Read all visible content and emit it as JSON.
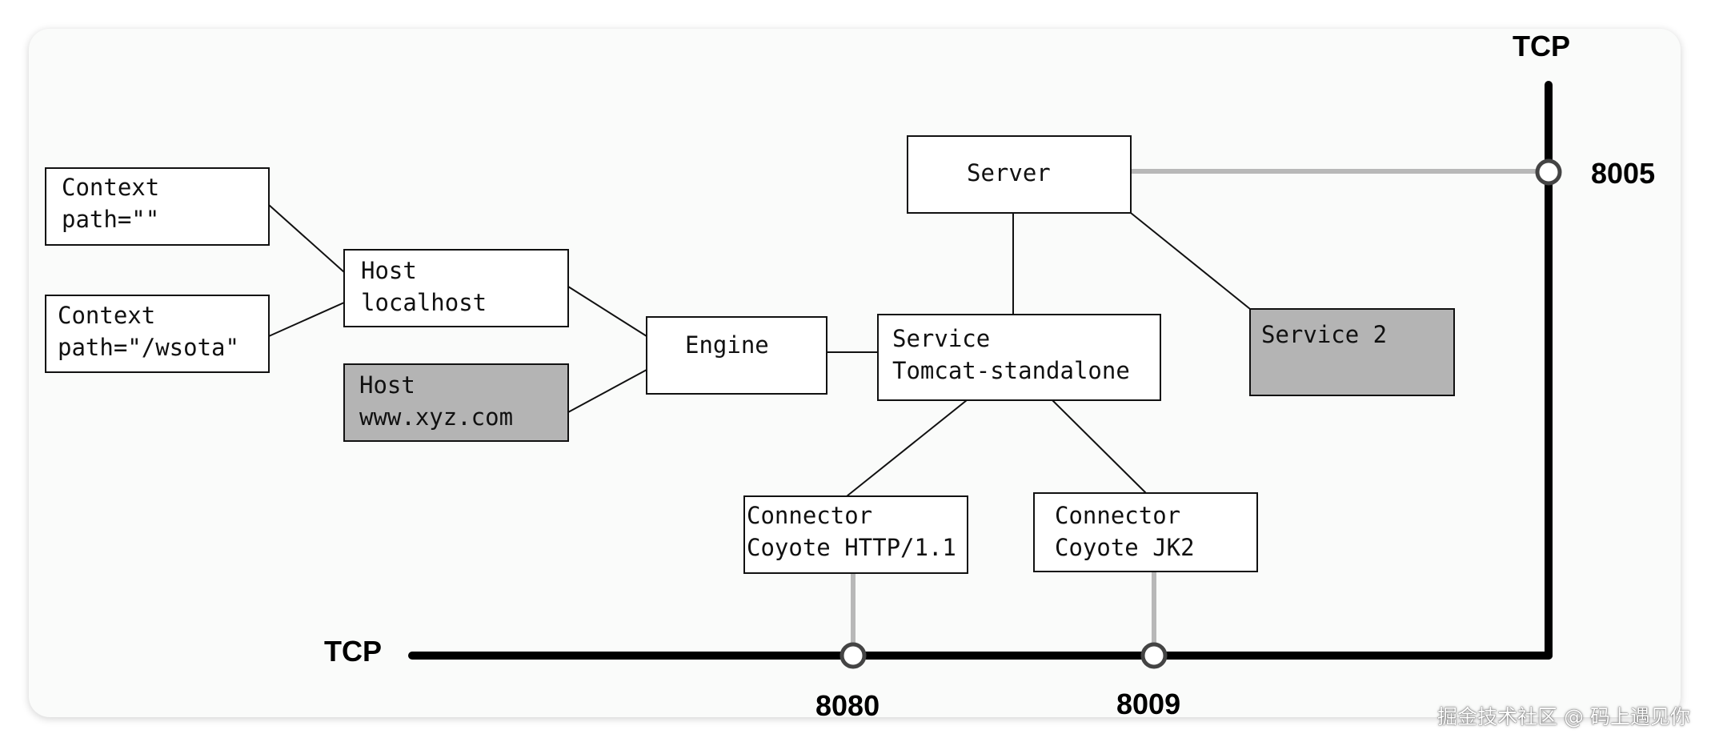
{
  "nodes": {
    "context_root": {
      "line1": "Context",
      "line2": "path=\"\""
    },
    "context_wsota": {
      "line1": "Context",
      "line2": "path=\"/wsota\""
    },
    "host_localhost": {
      "line1": "Host",
      "line2": "localhost"
    },
    "host_xyz": {
      "line1": "Host",
      "line2": "www.xyz.com"
    },
    "engine": {
      "line1": "Engine"
    },
    "service": {
      "line1": "Service",
      "line2": "Tomcat-standalone"
    },
    "server": {
      "line1": "Server"
    },
    "service2": {
      "line1": "Service 2"
    },
    "connector_http": {
      "line1": "Connector",
      "line2": "Coyote HTTP/1.1"
    },
    "connector_jk2": {
      "line1": "Connector",
      "line2": "Coyote JK2"
    }
  },
  "tcp": {
    "vertical_label": "TCP",
    "horizontal_label": "TCP",
    "server_port": "8005",
    "http_port": "8080",
    "jk2_port": "8009"
  },
  "colors": {
    "box_fill": "#ffffff",
    "box_fill_shaded": "#b4b4b4",
    "box_stroke": "#111111",
    "tcp_line": "#000000",
    "port_link": "#b8b8b8"
  },
  "watermark": "掘金技术社区 @ 码上遇见你"
}
